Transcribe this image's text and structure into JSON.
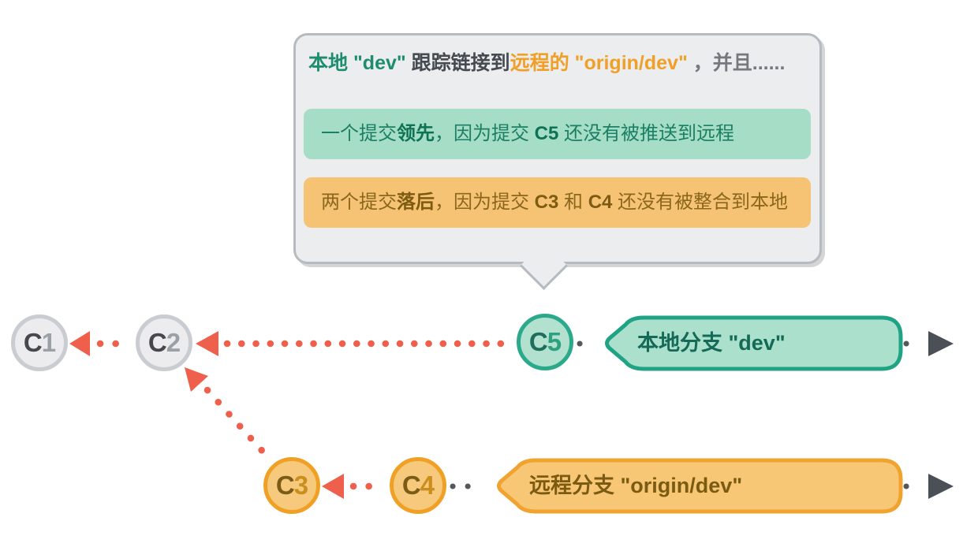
{
  "bubble": {
    "line1": {
      "local": "本地 \"dev\"",
      "middle": " 跟踪链接到",
      "remote": "远程的 \"origin/dev\"",
      "tail": " ，并且......"
    },
    "ahead_note": {
      "pre": "一个提交",
      "em": "领先",
      "mid": "，因为提交 ",
      "commit": "C5",
      "post": " 还没有被推送到远程"
    },
    "behind_note": {
      "pre": "两个提交",
      "em": "落后",
      "mid": "，因为提交 ",
      "commit_a": "C3",
      "and": " 和 ",
      "commit_b": "C4",
      "post": " 还没有被整合到本地"
    }
  },
  "commits": [
    {
      "letter": "C",
      "num": "1",
      "branch": "history"
    },
    {
      "letter": "C",
      "num": "2",
      "branch": "history"
    },
    {
      "letter": "C",
      "num": "3",
      "branch": "remote"
    },
    {
      "letter": "C",
      "num": "4",
      "branch": "remote"
    },
    {
      "letter": "C",
      "num": "5",
      "branch": "local"
    }
  ],
  "branch_labels": {
    "local": "本地分支 \"dev\"",
    "remote": "远程分支 \"origin/dev\""
  },
  "graph": {
    "rows": [
      {
        "branch": "local",
        "commits": [
          "C1",
          "C2",
          "C5"
        ]
      },
      {
        "branch": "remote",
        "commits": [
          "C3",
          "C4"
        ]
      }
    ],
    "edges": [
      [
        "C2",
        "C1"
      ],
      [
        "C5",
        "C2"
      ],
      [
        "C3",
        "C2"
      ],
      [
        "C4",
        "C3"
      ]
    ]
  },
  "colors": {
    "local_accent": "#20a385",
    "local_fill": "#abe0cc",
    "remote_accent": "#f0a32e",
    "remote_fill": "#f7c775",
    "history_fill": "#ececee",
    "history_border": "#c9cdd1",
    "arrow_red": "#ee5f4c",
    "connector_gray": "#53585d",
    "bubble_bg": "#ebedee",
    "bubble_border": "#b5bbc1"
  }
}
